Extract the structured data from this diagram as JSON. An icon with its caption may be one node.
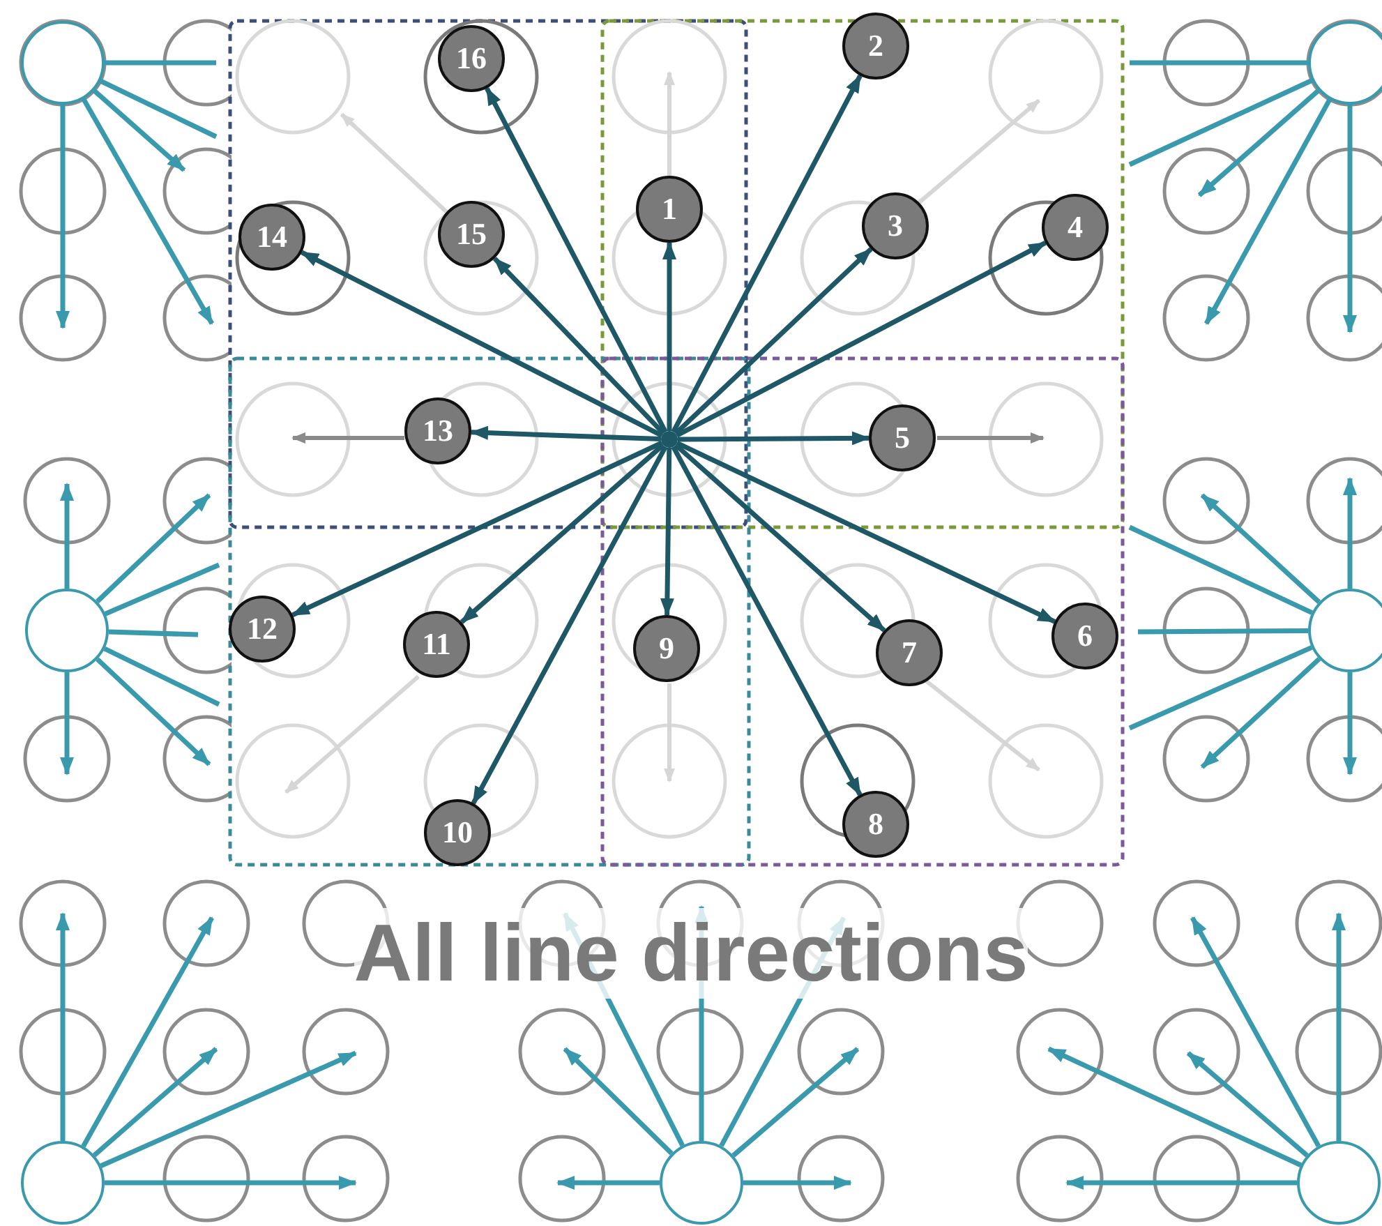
{
  "diagram": {
    "title": "All line directions",
    "nodes": [
      {
        "text": [],
        "shape": "circle"
      },
      {
        "text": [
          "1"
        ]
      },
      {
        "text": [
          "2"
        ]
      },
      {
        "text": [
          "3"
        ]
      },
      {
        "text": [
          "4"
        ]
      },
      {
        "text": [
          "5"
        ]
      },
      {
        "text": [
          "6"
        ]
      },
      {
        "text": [
          "7"
        ]
      },
      {
        "text": [
          "8"
        ]
      },
      {
        "text": [
          "9"
        ]
      },
      {
        "text": [
          "10"
        ]
      },
      {
        "text": [
          "11"
        ]
      },
      {
        "text": [
          "12"
        ]
      },
      {
        "text": [
          "13"
        ]
      },
      {
        "text": [
          "14"
        ]
      },
      {
        "text": [
          "15"
        ]
      },
      {
        "text": [
          "16"
        ]
      },
      {
        "text": [],
        "shape": "circle"
      },
      {
        "text": [],
        "shape": "circle"
      },
      {
        "text": [],
        "shape": "circle"
      },
      {
        "text": [],
        "shape": "circle"
      },
      {
        "text": [],
        "shape": "circle"
      },
      {
        "text": [],
        "shape": "circle"
      },
      {
        "text": [],
        "shape": "circle"
      }
    ],
    "edges": [
      {
        "from": 0,
        "to": 1,
        "arrow": "to",
        "color": "#1e5766"
      },
      {
        "from": 0,
        "to": 2,
        "arrow": "to",
        "color": "#1e5766"
      },
      {
        "from": 0,
        "to": 3,
        "arrow": "to",
        "color": "#1e5766"
      },
      {
        "from": 0,
        "to": 4,
        "arrow": "to",
        "color": "#1e5766"
      },
      {
        "from": 0,
        "to": 5,
        "arrow": "to",
        "color": "#1e5766"
      },
      {
        "from": 0,
        "to": 6,
        "arrow": "to",
        "color": "#1e5766"
      },
      {
        "from": 0,
        "to": 7,
        "arrow": "to",
        "color": "#1e5766"
      },
      {
        "from": 0,
        "to": 8,
        "arrow": "to",
        "color": "#1e5766"
      },
      {
        "from": 0,
        "to": 9,
        "arrow": "to",
        "color": "#1e5766"
      },
      {
        "from": 0,
        "to": 10,
        "arrow": "to",
        "color": "#1e5766"
      },
      {
        "from": 0,
        "to": 11,
        "arrow": "to",
        "color": "#1e5766"
      },
      {
        "from": 0,
        "to": 12,
        "arrow": "to",
        "color": "#1e5766"
      },
      {
        "from": 0,
        "to": 13,
        "arrow": "to",
        "color": "#1e5766"
      },
      {
        "from": 0,
        "to": 14,
        "arrow": "to",
        "color": "#1e5766"
      },
      {
        "from": 0,
        "to": 15,
        "arrow": "to",
        "color": "#1e5766"
      },
      {
        "from": 0,
        "to": 16,
        "arrow": "to",
        "color": "#1e5766"
      },
      {
        "from": 17,
        "to": null,
        "arrow": "none"
      },
      {
        "from": 17,
        "to": null,
        "arrow": "none"
      },
      {
        "from": 17,
        "to": null,
        "arrow": "to"
      },
      {
        "from": 17,
        "to": null,
        "arrow": "to"
      },
      {
        "from": 17,
        "to": null,
        "arrow": "to"
      },
      {
        "from": 18,
        "to": null,
        "arrow": "none"
      },
      {
        "from": 18,
        "to": null,
        "arrow": "none"
      },
      {
        "from": 18,
        "to": null,
        "arrow": "to"
      },
      {
        "from": 18,
        "to": null,
        "arrow": "to"
      },
      {
        "from": 18,
        "to": null,
        "arrow": "to"
      },
      {
        "from": 19,
        "to": null,
        "arrow": "to"
      },
      {
        "from": 19,
        "to": null,
        "arrow": "to"
      },
      {
        "from": 19,
        "to": null,
        "arrow": "to"
      },
      {
        "from": 19,
        "to": null,
        "arrow": "none"
      },
      {
        "from": 19,
        "to": null,
        "arrow": "none"
      },
      {
        "from": 19,
        "to": null,
        "arrow": "none"
      },
      {
        "from": 19,
        "to": null,
        "arrow": "to"
      },
      {
        "from": 20,
        "to": null,
        "arrow": "to"
      },
      {
        "from": 20,
        "to": null,
        "arrow": "to"
      },
      {
        "from": 20,
        "to": null,
        "arrow": "to"
      },
      {
        "from": 20,
        "to": null,
        "arrow": "none"
      },
      {
        "from": 20,
        "to": null,
        "arrow": "none"
      },
      {
        "from": 20,
        "to": null,
        "arrow": "none"
      },
      {
        "from": 20,
        "to": null,
        "arrow": "to"
      },
      {
        "from": 21,
        "to": null,
        "arrow": "to"
      },
      {
        "from": 21,
        "to": null,
        "arrow": "to"
      },
      {
        "from": 21,
        "to": null,
        "arrow": "to"
      },
      {
        "from": 21,
        "to": null,
        "arrow": "to"
      },
      {
        "from": 21,
        "to": null,
        "arrow": "to"
      },
      {
        "from": 22,
        "to": null,
        "arrow": "to"
      },
      {
        "from": 22,
        "to": null,
        "arrow": "to"
      },
      {
        "from": 22,
        "to": null,
        "arrow": "to"
      },
      {
        "from": 22,
        "to": null,
        "arrow": "to"
      },
      {
        "from": 22,
        "to": null,
        "arrow": "to"
      },
      {
        "from": 22,
        "to": null,
        "arrow": "to"
      },
      {
        "from": 22,
        "to": null,
        "arrow": "to"
      },
      {
        "from": 23,
        "to": null,
        "arrow": "to"
      },
      {
        "from": 23,
        "to": null,
        "arrow": "to"
      },
      {
        "from": 23,
        "to": null,
        "arrow": "to"
      },
      {
        "from": 23,
        "to": null,
        "arrow": "to"
      },
      {
        "from": 23,
        "to": null,
        "arrow": "to"
      }
    ]
  }
}
